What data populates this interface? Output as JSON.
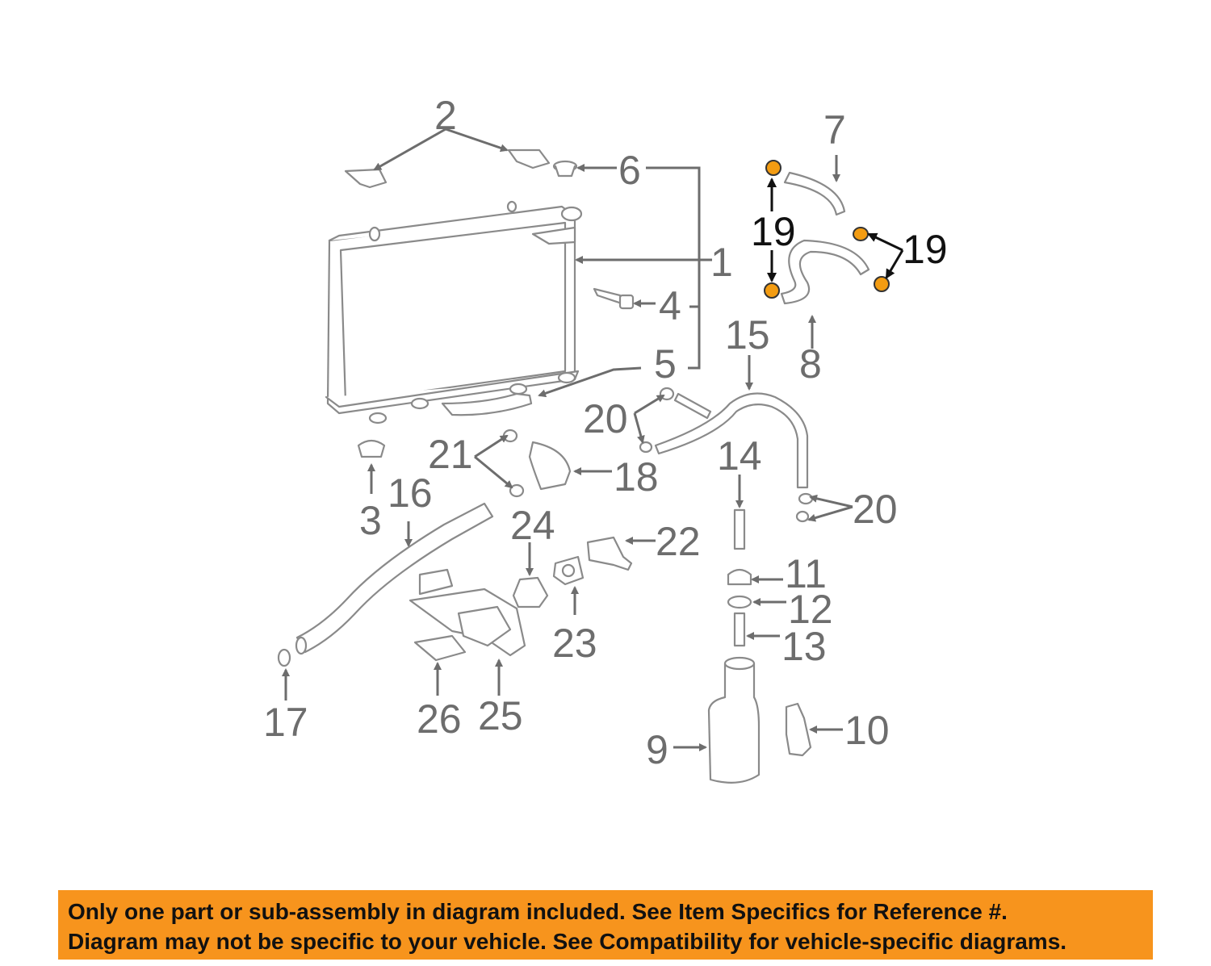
{
  "colors": {
    "part_line": "#8a8a8a",
    "callout_text": "#6d6d6d",
    "highlight_part": "#f39c12",
    "highlight_text": "#111111",
    "banner_background": "#f7941d"
  },
  "callouts": {
    "c1": "1",
    "c2": "2",
    "c3": "3",
    "c4": "4",
    "c5": "5",
    "c6": "6",
    "c7": "7",
    "c8": "8",
    "c9": "9",
    "c10": "10",
    "c11": "11",
    "c12": "12",
    "c13": "13",
    "c14": "14",
    "c15": "15",
    "c16": "16",
    "c17": "17",
    "c18": "18",
    "c19a": "19",
    "c19b": "19",
    "c20a": "20",
    "c20b": "20",
    "c21": "21",
    "c22": "22",
    "c23": "23",
    "c24": "24",
    "c25": "25",
    "c26": "26"
  },
  "highlighted_callout": "19",
  "banner": {
    "line1": "Only one part or sub-assembly in diagram included. See Item Specifics for Reference #.",
    "line2": "Diagram may not be specific to your vehicle. See Compatibility for vehicle-specific diagrams."
  }
}
